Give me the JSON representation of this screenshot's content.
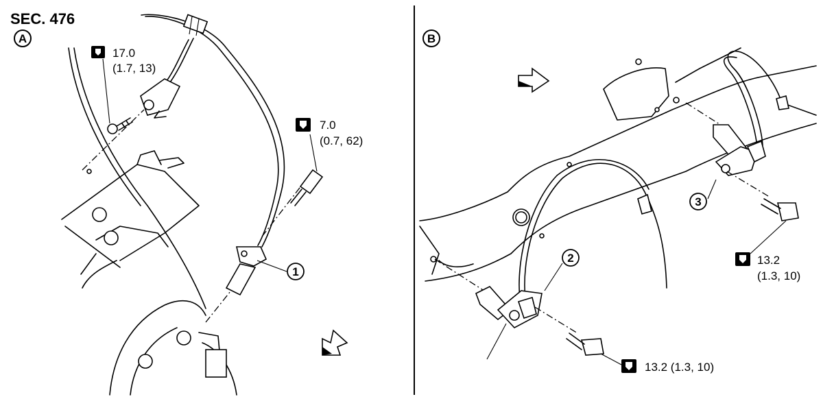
{
  "section": "SEC. 476",
  "views": {
    "a": {
      "label": "A"
    },
    "b": {
      "label": "B"
    }
  },
  "torques": {
    "t1": {
      "value": "17.0",
      "sub": "(1.7, 13)"
    },
    "t2": {
      "value": "7.0",
      "sub": "(0.7, 62)"
    },
    "t3": {
      "value": "13.2",
      "sub": "(1.3, 10)"
    },
    "t4": {
      "value": "13.2 (1.3, 10)"
    }
  },
  "callouts": {
    "c1": "1",
    "c2": "2",
    "c3": "3"
  },
  "icons": {
    "torque": "torque-wrench-icon",
    "front_arrow": "front-direction-arrow-icon"
  }
}
